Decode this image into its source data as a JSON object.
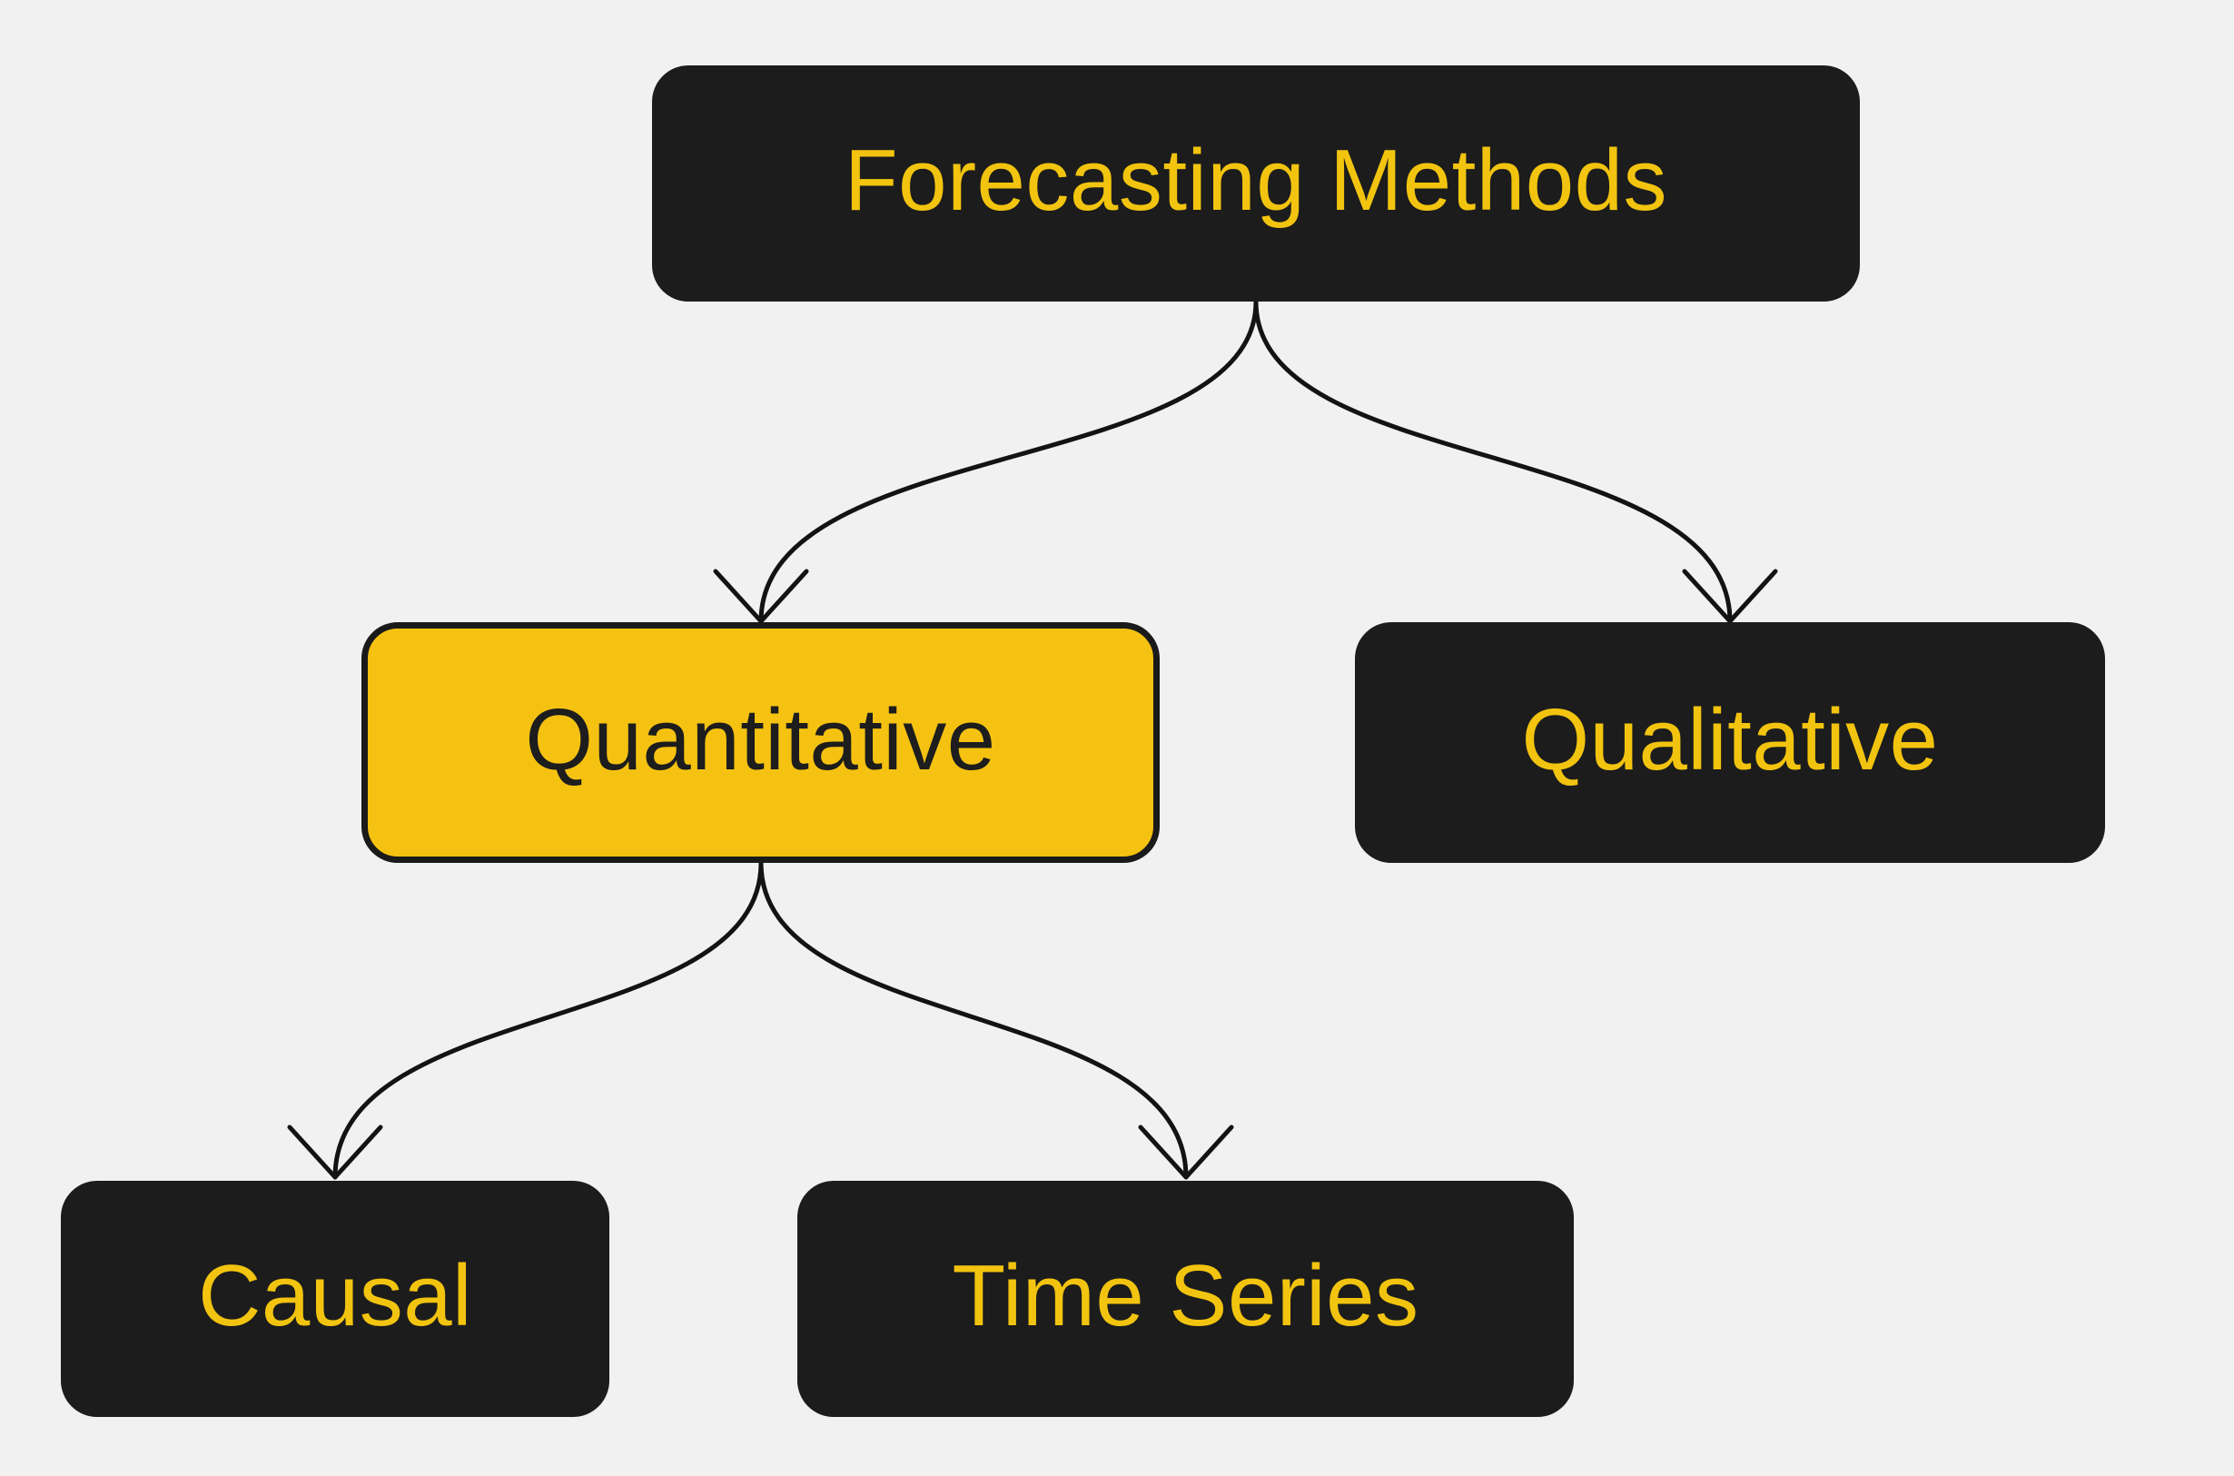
{
  "diagram": {
    "type": "flowchart",
    "direction": "top-down",
    "nodes": {
      "root": {
        "label": "Forecasting Methods",
        "variant": "dark"
      },
      "quantitative": {
        "label": "Quantitative",
        "variant": "highlight"
      },
      "qualitative": {
        "label": "Qualitative",
        "variant": "dark"
      },
      "causal": {
        "label": "Causal",
        "variant": "dark"
      },
      "time_series": {
        "label": "Time Series",
        "variant": "dark"
      }
    },
    "edges": [
      {
        "from": "root",
        "to": "quantitative"
      },
      {
        "from": "root",
        "to": "qualitative"
      },
      {
        "from": "quantitative",
        "to": "causal"
      },
      {
        "from": "quantitative",
        "to": "time_series"
      }
    ]
  },
  "colors": {
    "background": "#f1f1f1",
    "node_dark_fill": "#1c1c1c",
    "node_highlight_fill": "#f5c211",
    "node_highlight_border": "#1a1a1a",
    "text_on_dark": "#f2c40f",
    "text_on_highlight": "#1d1d1d",
    "edge_stroke": "#131313"
  }
}
